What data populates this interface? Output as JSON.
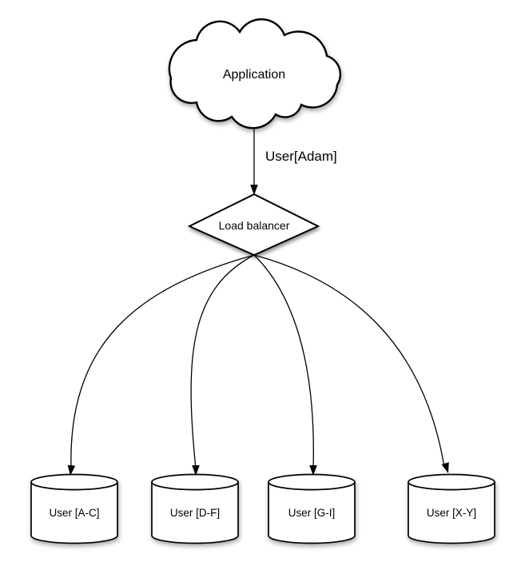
{
  "diagram": {
    "application": {
      "label": "Application"
    },
    "edge": {
      "label": "User[Adam]"
    },
    "load_balancer": {
      "label": "Load balancer"
    },
    "shards": [
      {
        "label": "User [A-C]"
      },
      {
        "label": "User [D-F]"
      },
      {
        "label": "User [G-I]"
      },
      {
        "label": "User [X-Y]"
      }
    ],
    "colors": {
      "stroke": "#000000",
      "shape_fill": "#ffffff",
      "text": "#000000",
      "background": "#ffffff"
    }
  }
}
